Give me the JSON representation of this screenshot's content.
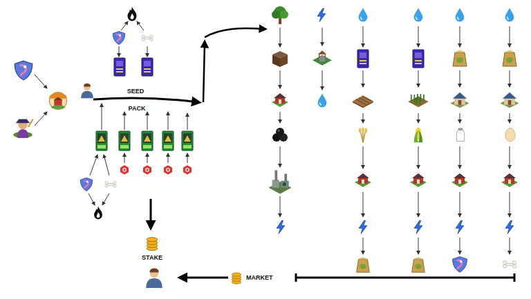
{
  "diagram": {
    "labels": [
      "SEED",
      "PACK",
      "STAKE",
      "MARKET"
    ]
  }
}
